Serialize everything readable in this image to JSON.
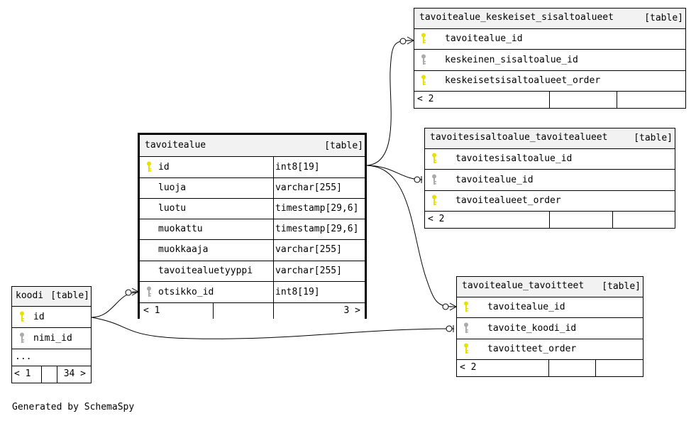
{
  "colors": {
    "primary_key": "#e8e000",
    "foreign_key": "#aaaaaa",
    "header_bg": "#f2f2f2"
  },
  "tables": {
    "tavoitealue": {
      "name": "tavoitealue",
      "type": "[table]",
      "columns": [
        {
          "name": "id",
          "type": "int8[19]",
          "key": "primary-key-icon"
        },
        {
          "name": "luoja",
          "type": "varchar[255]"
        },
        {
          "name": "luotu",
          "type": "timestamp[29,6]"
        },
        {
          "name": "muokattu",
          "type": "timestamp[29,6]"
        },
        {
          "name": "muokkaaja",
          "type": "varchar[255]"
        },
        {
          "name": "tavoitealuetyyppi",
          "type": "varchar[255]"
        },
        {
          "name": "otsikko_id",
          "type": "int8[19]",
          "key": "foreign-key-icon"
        }
      ],
      "parents": "< 1",
      "children": "3 >"
    },
    "keskeiset": {
      "name": "tavoitealue_keskeiset_sisaltoalueet",
      "type": "[table]",
      "columns": [
        {
          "name": "tavoitealue_id",
          "key": "primary-key-icon"
        },
        {
          "name": "keskeinen_sisaltoalue_id",
          "key": "foreign-key-icon"
        },
        {
          "name": "keskeisetsisaltoalueet_order",
          "key": "primary-key-icon"
        }
      ],
      "parents": "< 2"
    },
    "tavoitesisalto": {
      "name": "tavoitesisaltoalue_tavoitealueet",
      "type": "[table]",
      "columns": [
        {
          "name": "tavoitesisaltoalue_id",
          "key": "primary-key-icon"
        },
        {
          "name": "tavoitealue_id",
          "key": "foreign-key-icon"
        },
        {
          "name": "tavoitealueet_order",
          "key": "primary-key-icon"
        }
      ],
      "parents": "< 2"
    },
    "tavoitteet": {
      "name": "tavoitealue_tavoitteet",
      "type": "[table]",
      "columns": [
        {
          "name": "tavoitealue_id",
          "key": "primary-key-icon"
        },
        {
          "name": "tavoite_koodi_id",
          "key": "foreign-key-icon"
        },
        {
          "name": "tavoitteet_order",
          "key": "primary-key-icon"
        }
      ],
      "parents": "< 2"
    },
    "koodi": {
      "name": "koodi",
      "type": "[table]",
      "columns": [
        {
          "name": "id",
          "key": "primary-key-icon"
        },
        {
          "name": "nimi_id",
          "key": "foreign-key-icon"
        }
      ],
      "more": "...",
      "parents": "< 1",
      "children": "34 >"
    }
  },
  "footer": "Generated by SchemaSpy"
}
